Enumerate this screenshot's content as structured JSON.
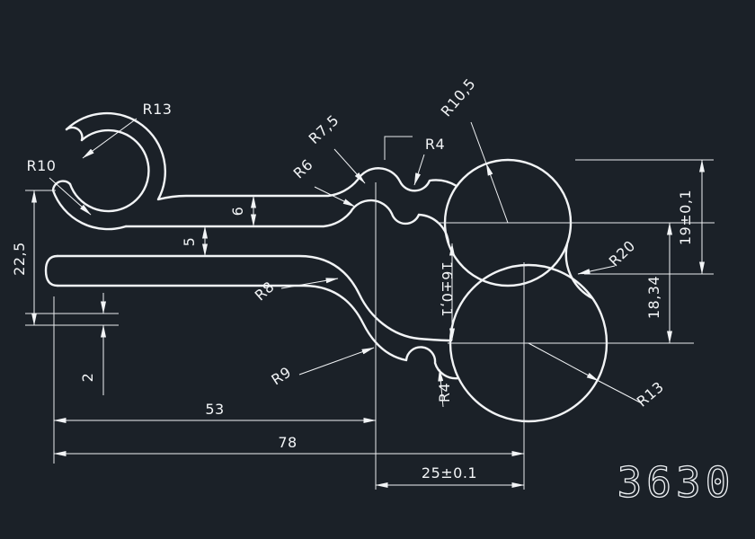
{
  "drawing": {
    "type": "cad-profile-cross-section",
    "part_number": "3630",
    "colors": {
      "background": "#1b2128",
      "line": "#f2f4f6"
    },
    "labels": {
      "r13_top": "R13",
      "r10": "R10",
      "dim_22_5": "22,5",
      "dim_6": "6",
      "dim_5": "5",
      "r7_5": "R7,5",
      "r6": "R6",
      "r4_top": "R4",
      "r10_5": "R10,5",
      "r20": "R20",
      "dim_19": "19±0,1",
      "dim_18_34": "18,34",
      "dim_16": "16±0,1",
      "r8": "R8",
      "r9": "R9",
      "dim_2": "2",
      "dim_53": "53",
      "dim_78": "78",
      "r4_bottom": "R4",
      "dim_25": "25±0.1",
      "r13_bottom": "R13"
    }
  }
}
